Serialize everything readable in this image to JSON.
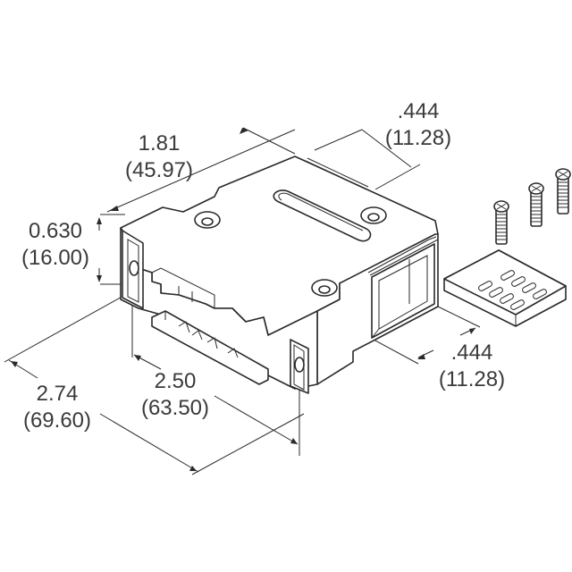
{
  "diagram": {
    "subject": "connector backshell with screws and cover plate",
    "colors": {
      "line": "#2a2a2a",
      "text": "#3a3a3a",
      "background": "#ffffff"
    },
    "dimensions": {
      "top_length": {
        "inch": "1.81",
        "mm": "(45.97)"
      },
      "top_right_depth": {
        "inch": ".444",
        "mm": "(11.28)"
      },
      "height": {
        "inch": "0.630",
        "mm": "(16.00)"
      },
      "right_depth": {
        "inch": ".444",
        "mm": "(11.28)"
      },
      "inner_width": {
        "inch": "2.50",
        "mm": "(63.50)"
      },
      "overall_width": {
        "inch": "2.74",
        "mm": "(69.60)"
      }
    },
    "parts": [
      "backshell-housing",
      "screw",
      "screw",
      "screw",
      "cover-plate"
    ]
  }
}
